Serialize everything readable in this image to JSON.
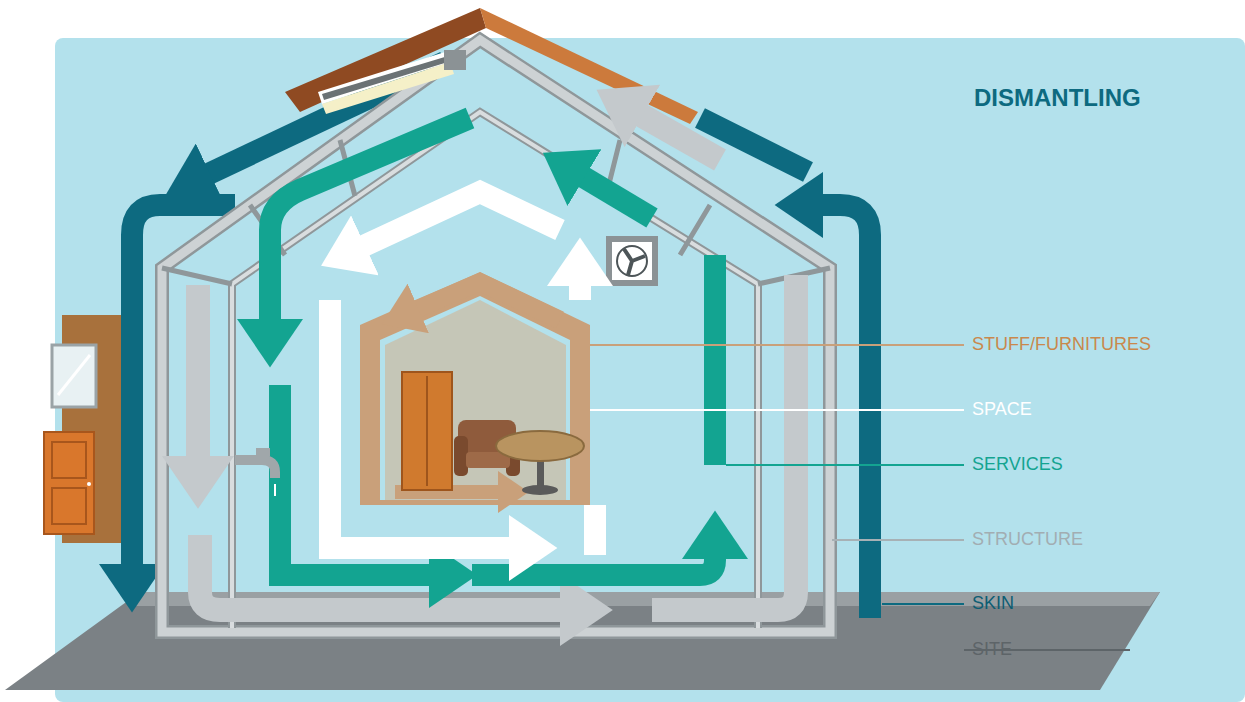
{
  "diagram": {
    "title": "DISMANTLING",
    "labels": [
      "STUFF/FURNITURES",
      "SPACE",
      "SERVICES",
      "STRUCTURE",
      "SKIN",
      "SITE"
    ]
  }
}
